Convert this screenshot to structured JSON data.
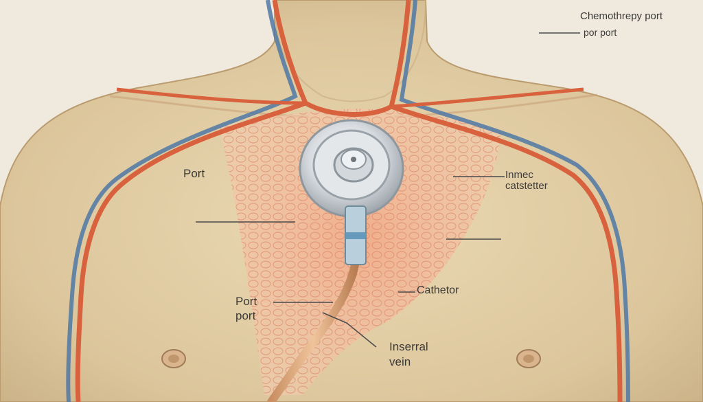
{
  "labels": {
    "top_right_line1": "Chemothrepy port",
    "top_right_line2": "por port",
    "left_port": "Port",
    "inner_catheter_line1": "Inmec",
    "inner_catheter_line2": "catstetter",
    "port_port_line1": "Port",
    "port_port_line2": "port",
    "catheter": "Cathetor",
    "vein_line1": "Inserral",
    "vein_line2": "vein"
  },
  "colors": {
    "background": "#efe9de",
    "skin": "#e2cfa6",
    "artery": "#d9623e",
    "vein": "#4f78a6",
    "tissue": "#f0b28f",
    "port_metal": "#cfd4d8",
    "leader_line": "#4a4a4a"
  }
}
